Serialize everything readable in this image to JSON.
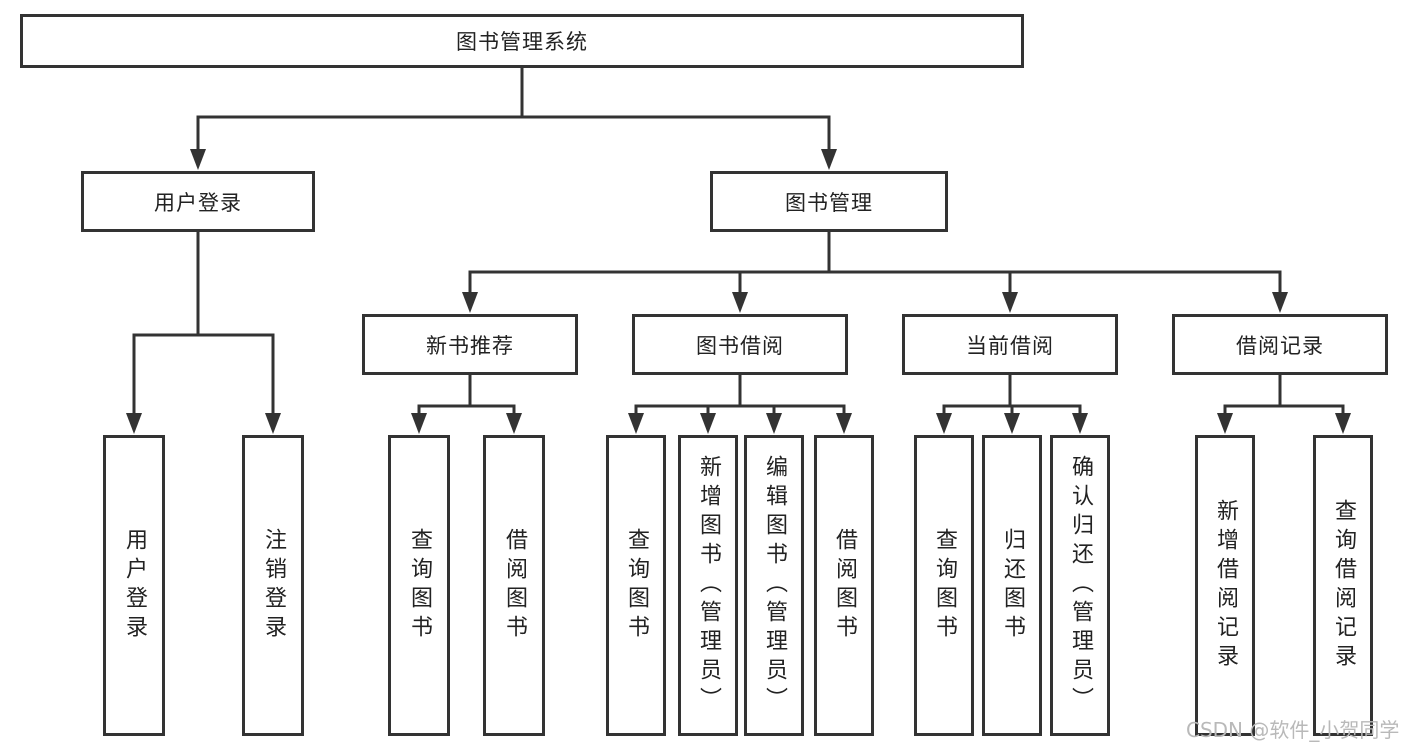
{
  "diagram": {
    "root": {
      "label": "图书管理系统"
    },
    "children": [
      {
        "label": "用户登录",
        "children": [
          {
            "label": "用户登录"
          },
          {
            "label": "注销登录"
          }
        ]
      },
      {
        "label": "图书管理",
        "children": [
          {
            "label": "新书推荐",
            "children": [
              {
                "label": "查询图书"
              },
              {
                "label": "借阅图书"
              }
            ]
          },
          {
            "label": "图书借阅",
            "children": [
              {
                "label": "查询图书"
              },
              {
                "label": "新增图书（管理员）"
              },
              {
                "label": "编辑图书（管理员）"
              },
              {
                "label": "借阅图书"
              }
            ]
          },
          {
            "label": "当前借阅",
            "children": [
              {
                "label": "查询图书"
              },
              {
                "label": "归还图书"
              },
              {
                "label": "确认归还（管理员）"
              }
            ]
          },
          {
            "label": "借阅记录",
            "children": [
              {
                "label": "新增借阅记录"
              },
              {
                "label": "查询借阅记录"
              }
            ]
          }
        ]
      }
    ]
  },
  "watermark": {
    "text": "CSDN @软件_小贺同学"
  },
  "colors": {
    "line": "#333333",
    "text": "#222222",
    "watermark": "#b9b9b9",
    "background": "#ffffff"
  }
}
